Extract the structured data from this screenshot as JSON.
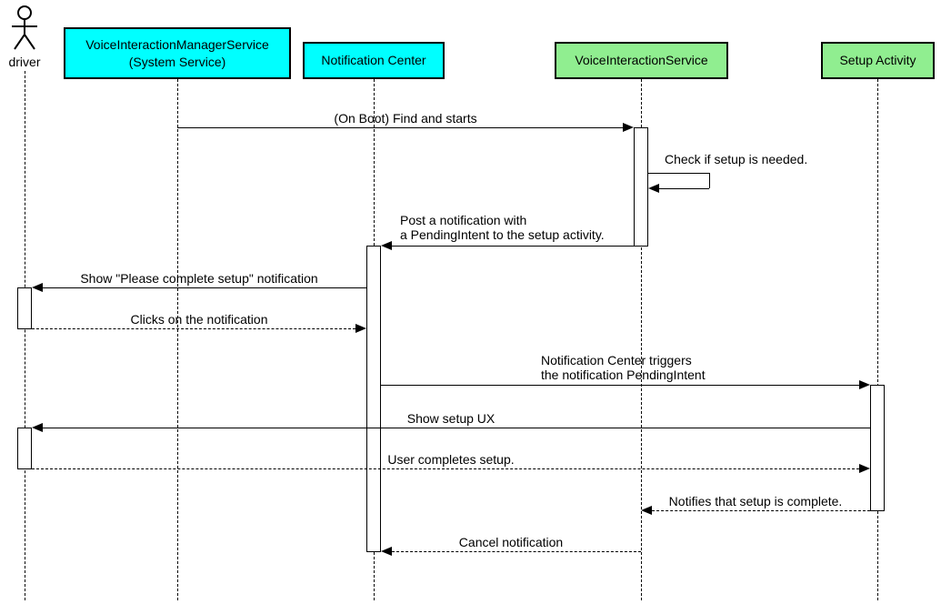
{
  "diagram": {
    "type": "uml-sequence-diagram"
  },
  "colors": {
    "background": "#ffffff",
    "line": "#000000",
    "participant_system": "#00ffff",
    "participant_app": "#90ee90",
    "activation_fill": "#ffffff"
  },
  "participants": {
    "driver": {
      "label": "driver",
      "kind": "actor"
    },
    "voice_interaction_manager_service": {
      "label": "VoiceInteractionManagerService\n(System Service)",
      "kind": "box",
      "fill": "#00ffff"
    },
    "notification_center": {
      "label": "Notification Center",
      "kind": "box",
      "fill": "#00ffff"
    },
    "voice_interaction_service": {
      "label": "VoiceInteractionService",
      "kind": "box",
      "fill": "#90ee90"
    },
    "setup_activity": {
      "label": "Setup Activity",
      "kind": "box",
      "fill": "#90ee90"
    }
  },
  "messages": {
    "on_boot_find_and_starts": {
      "label": "(On Boot) Find and starts",
      "from": "VoiceInteractionManagerService (System Service)",
      "to": "VoiceInteractionService",
      "line": "solid"
    },
    "check_if_setup_is_needed": {
      "label": "Check if setup is needed.",
      "from": "VoiceInteractionService",
      "to": "VoiceInteractionService",
      "line": "solid"
    },
    "post_notification": {
      "label": "Post a notification with\na PendingIntent to the setup activity.",
      "from": "VoiceInteractionService",
      "to": "Notification Center",
      "line": "solid"
    },
    "show_setup_notification": {
      "label": "Show \"Please complete setup\" notification",
      "from": "Notification Center",
      "to": "driver",
      "line": "solid"
    },
    "clicks_on_notification": {
      "label": "Clicks on the notification",
      "from": "driver",
      "to": "Notification Center",
      "line": "dashed"
    },
    "trigger_pending_intent": {
      "label": "Notification Center triggers\nthe notification PendingIntent",
      "from": "Notification Center",
      "to": "Setup Activity",
      "line": "solid"
    },
    "show_setup_ux": {
      "label": "Show setup UX",
      "from": "Setup Activity",
      "to": "driver",
      "line": "solid"
    },
    "user_completes_setup": {
      "label": "User completes setup.",
      "from": "driver",
      "to": "Setup Activity",
      "line": "dashed"
    },
    "notifies_setup_complete": {
      "label": "Notifies that setup is complete.",
      "from": "Setup Activity",
      "to": "VoiceInteractionService",
      "line": "dashed"
    },
    "cancel_notification": {
      "label": "Cancel notification",
      "from": "VoiceInteractionService",
      "to": "Notification Center",
      "line": "dashed"
    }
  }
}
